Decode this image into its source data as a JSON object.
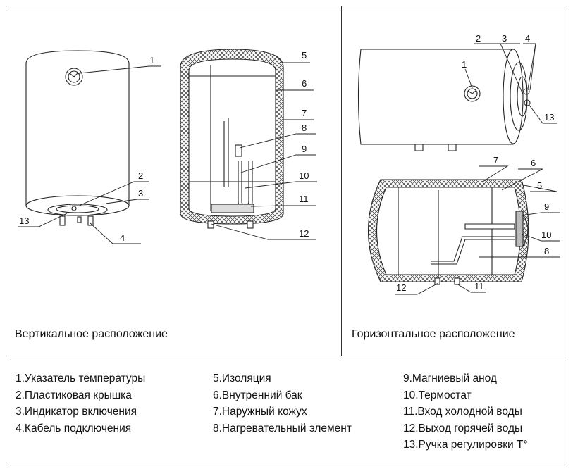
{
  "panels": {
    "vertical_caption": "Вертикальное расположение",
    "horizontal_caption": "Горизонтальное расположение"
  },
  "callouts": {
    "vertical": [
      "1",
      "2",
      "3",
      "13",
      "4",
      "5",
      "6",
      "7",
      "8",
      "9",
      "10",
      "11",
      "12"
    ],
    "horizontal": [
      "1",
      "2",
      "3",
      "4",
      "13",
      "7",
      "6",
      "5",
      "9",
      "10",
      "8",
      "12",
      "11"
    ]
  },
  "legend": {
    "column1": [
      "1.Указатель температуры",
      "2.Пластиковая крышка",
      "3.Индикатор включения",
      "4.Кабель подключения"
    ],
    "column2": [
      "5.Изоляция",
      "6.Внутренний бак",
      "7.Наружный кожух",
      "8.Нагревательный элемент"
    ],
    "column3": [
      "9.Магниевый анод",
      "10.Термостат",
      "11.Вход холодной воды",
      "12.Выход горячей воды",
      "13.Ручка регулировки Т°"
    ]
  }
}
